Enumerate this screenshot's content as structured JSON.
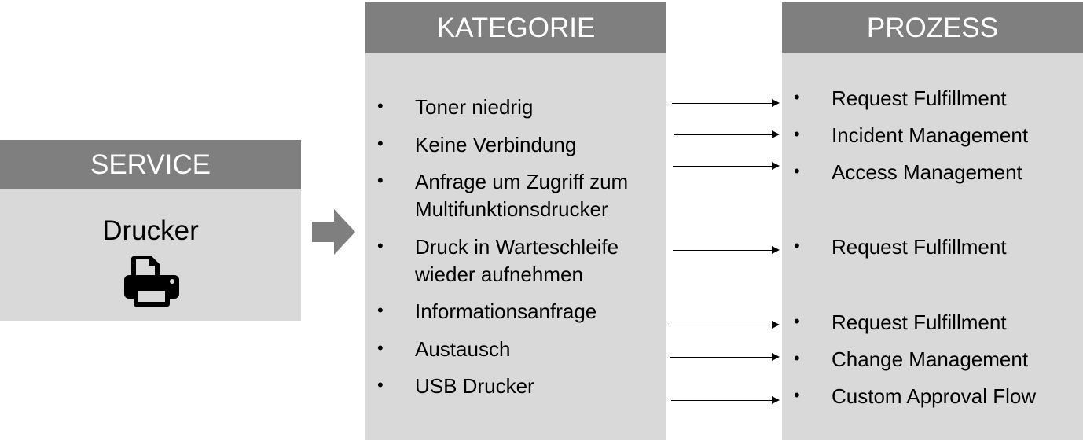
{
  "service": {
    "header": "SERVICE",
    "name": "Drucker",
    "icon": "printer-icon"
  },
  "kategorie": {
    "header": "KATEGORIE",
    "items": [
      {
        "lines": [
          "Toner niedrig"
        ]
      },
      {
        "lines": [
          "Keine Verbindung"
        ]
      },
      {
        "lines": [
          "Anfrage um Zugriff zum",
          "Multifunktionsdrucker"
        ]
      },
      {
        "lines": [
          "Druck in Warteschleife",
          "wieder aufnehmen"
        ]
      },
      {
        "lines": [
          "Informationsanfrage"
        ]
      },
      {
        "lines": [
          "Austausch"
        ]
      },
      {
        "lines": [
          "USB Drucker"
        ]
      }
    ]
  },
  "prozess": {
    "header": "PROZESS",
    "items": [
      "Request Fulfillment",
      "Incident Management",
      "Access Management",
      "Request Fulfillment",
      "Request Fulfillment",
      "Change Management",
      "Custom Approval Flow"
    ]
  },
  "colors": {
    "header": "#7f7f7f",
    "body": "#d9d9d9",
    "arrow": "#7f7f7f"
  }
}
